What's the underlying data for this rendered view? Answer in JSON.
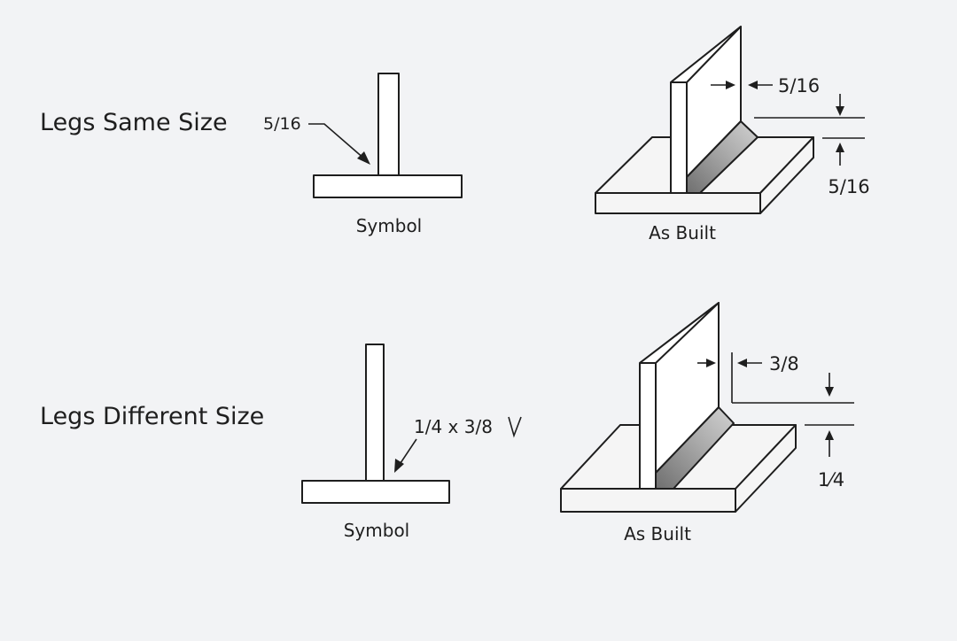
{
  "sections": [
    {
      "heading": "Legs Same Size",
      "symbol": {
        "callout": "5/16",
        "caption": "Symbol"
      },
      "as_built": {
        "horizontal_dim": "5/16",
        "vertical_dim": "5/16",
        "caption": "As Built"
      }
    },
    {
      "heading": "Legs Different Size",
      "symbol": {
        "callout": "1/4 x 3/8",
        "caption": "Symbol"
      },
      "as_built": {
        "horizontal_dim": "3/8",
        "vertical_dim": "1⁄4",
        "caption": "As Built"
      }
    }
  ],
  "colors": {
    "line": "#1e1e1e",
    "background": "#f2f3f5",
    "weld_dark": "#6f6f6f",
    "weld_light": "#d2d2d2"
  }
}
